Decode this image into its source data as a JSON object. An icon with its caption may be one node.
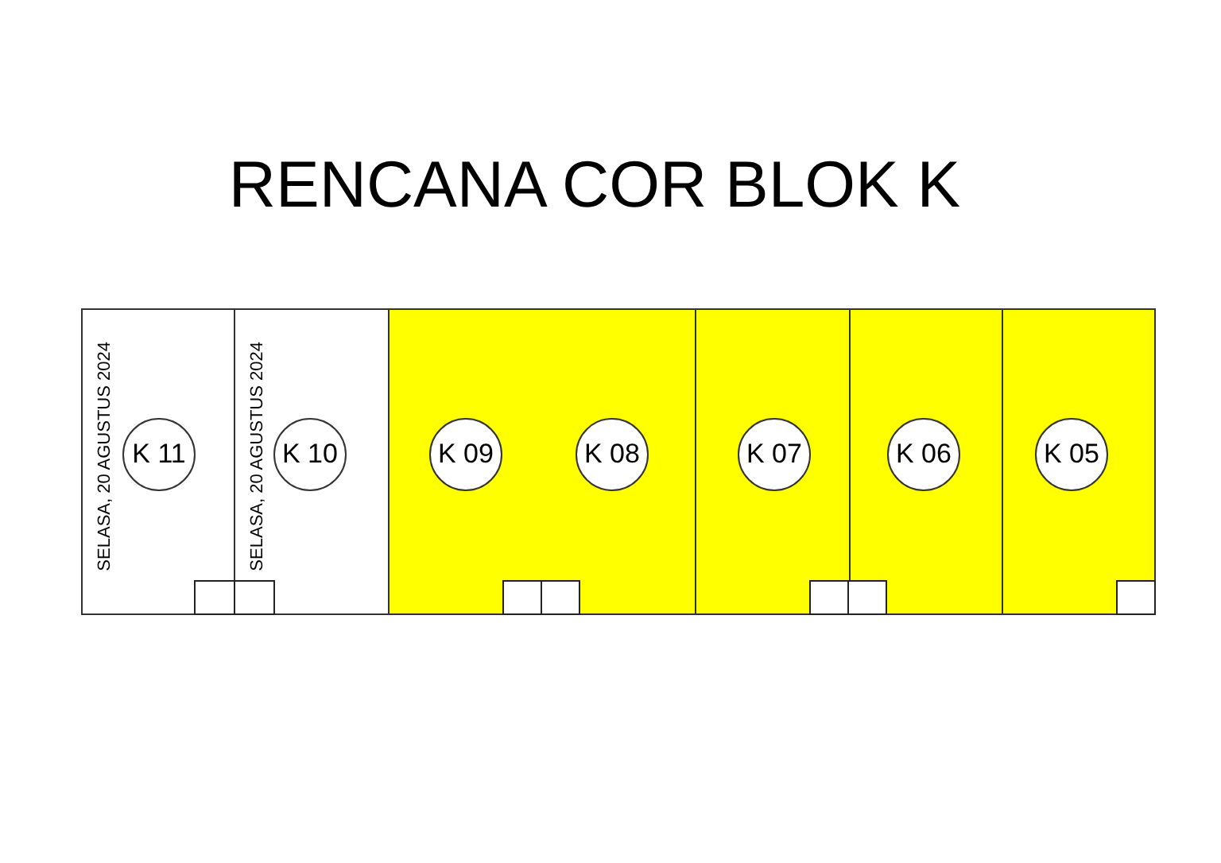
{
  "diagram": {
    "title": "RENCANA COR BLOK K",
    "nodes": [
      {
        "text": [
          "SELASA, 20 AGUSTUS 2024"
        ]
      },
      {
        "text": [
          "K 11"
        ],
        "in": 0
      },
      {
        "text": [],
        "shape": "box",
        "in": 0
      },
      {
        "text": [
          "SELASA, 20 AGUSTUS 2024"
        ]
      },
      {
        "text": [
          "K 10"
        ],
        "in": 3
      },
      {
        "text": [],
        "shape": "box",
        "in": 3
      },
      {
        "text": [],
        "shape": "box"
      },
      {
        "text": [
          "K 09"
        ],
        "in": 6
      },
      {
        "text": [
          "K 08"
        ],
        "in": 6
      },
      {
        "text": [],
        "shape": "box",
        "in": 6
      },
      {
        "text": [],
        "shape": "box",
        "in": 6
      },
      {
        "text": [],
        "shape": "box"
      },
      {
        "text": [
          "K 07"
        ],
        "in": 11
      },
      {
        "text": [],
        "shape": "box",
        "in": 11
      },
      {
        "text": [],
        "shape": "box"
      },
      {
        "text": [
          "K 06"
        ],
        "in": 14
      },
      {
        "text": [],
        "shape": "box",
        "in": 14
      },
      {
        "text": [],
        "shape": "box"
      },
      {
        "text": [
          "K 05"
        ],
        "in": 17
      },
      {
        "text": [],
        "shape": "box",
        "in": 17
      }
    ],
    "edges": []
  }
}
